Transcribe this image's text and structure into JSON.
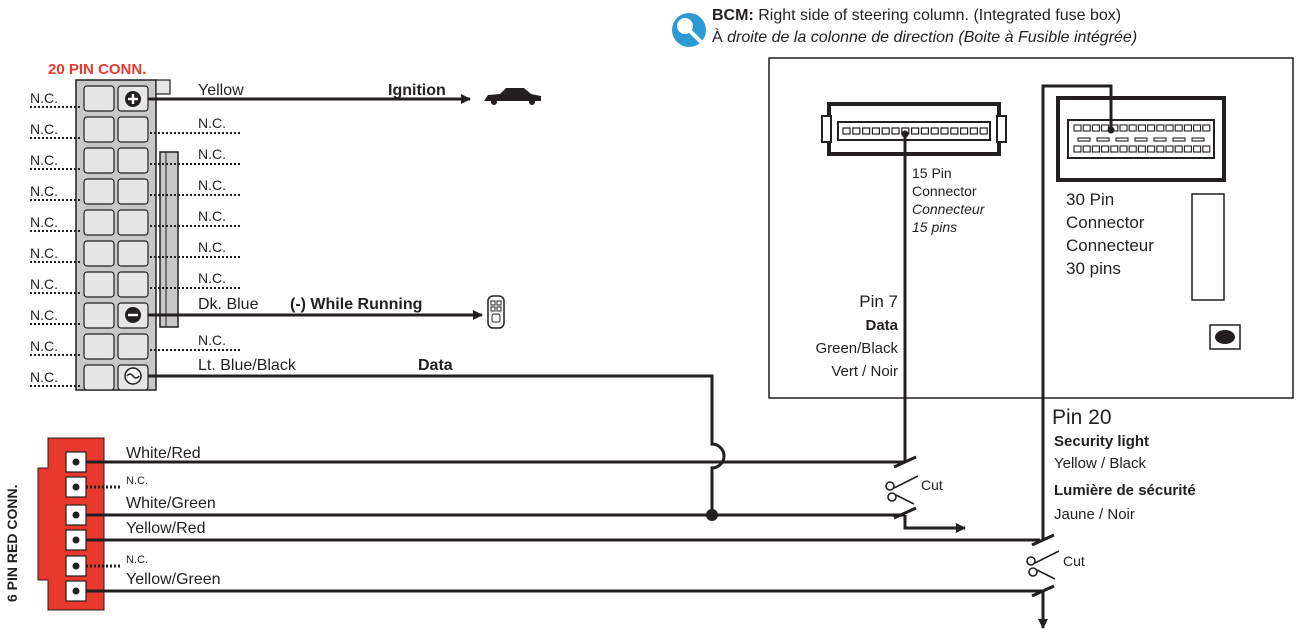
{
  "bcm": {
    "heading": "BCM:",
    "note_en": "Right side of steering column. (Integrated fuse box)",
    "note_fr_prefix": "À",
    "note_fr": "droite de la colonne de direction (Boite à Fusible intégrée)"
  },
  "conn20": {
    "title": "20 PIN CONN.",
    "nc": "N.C.",
    "wires": {
      "yellow": "Yellow",
      "ignition": "Ignition",
      "dkblue": "Dk. Blue",
      "while_running": "(-) While Running",
      "ltblue": "Lt. Blue/Black",
      "data": "Data"
    }
  },
  "conn6": {
    "title": "6 PIN RED CONN.",
    "nc": "N.C.",
    "wires": [
      "White/Red",
      "White/Green",
      "Yellow/Red",
      "Yellow/Green"
    ]
  },
  "pin15": {
    "l1": "15 Pin",
    "l2": "Connector",
    "l3": "Connecteur",
    "l4": "15 pins",
    "pin": "Pin 7",
    "data": "Data",
    "color_en": "Green/Black",
    "color_fr": "Vert / Noir"
  },
  "pin30": {
    "l1": "30 Pin",
    "l2": "Connector",
    "l3": "Connecteur",
    "l4": "30 pins",
    "pin": "Pin 20",
    "sec_en": "Security light",
    "color_en": "Yellow / Black",
    "sec_fr": "Lumière de sécurité",
    "color_fr": "Jaune / Noir"
  },
  "cut": "Cut",
  "colors": {
    "line": "#231f20",
    "red": "#e8392c",
    "red_text": "#e8392c",
    "grey": "#c8c8c8",
    "lightgrey": "#e6e6e6",
    "lens": "#2d9ad6"
  }
}
